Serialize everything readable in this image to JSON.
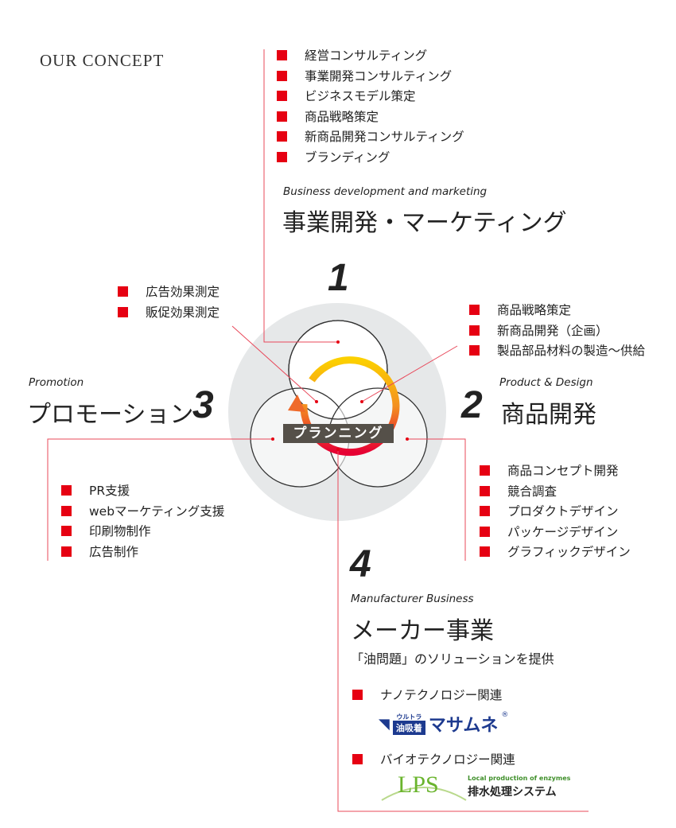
{
  "title": "OUR CONCEPT",
  "section1": {
    "number": "1",
    "en": "Business development and marketing",
    "jp": "事業開発・マーケティング",
    "items": [
      "経営コンサルティング",
      "事業開発コンサルティング",
      "ビジネスモデル策定",
      "商品戦略策定",
      "新商品開発コンサルティング",
      "ブランディング"
    ]
  },
  "section2": {
    "number": "2",
    "en": "Product & Design",
    "jp": "商品開発",
    "items_top": [
      "商品戦略策定",
      "新商品開発（企画）",
      "製品部品材料の製造～供給"
    ],
    "items": [
      "商品コンセプト開発",
      "競合調査",
      "プロダクトデザイン",
      "パッケージデザイン",
      "グラフィックデザイン"
    ]
  },
  "section3": {
    "number": "3",
    "en": "Promotion",
    "jp": "プロモーション",
    "items_top": [
      "広告効果測定",
      "販促効果測定"
    ],
    "items": [
      "PR支援",
      "webマーケティング支援",
      "印刷物制作",
      "広告制作"
    ]
  },
  "section4": {
    "number": "4",
    "en": "Manufacturer Business",
    "jp": "メーカー事業",
    "sub": "「油問題」のソリューションを提供",
    "items": [
      {
        "label": "ナノテクノロジー関連",
        "logo": {
          "small": "ウルトラ",
          "box": "油吸着",
          "main": "マサムネ",
          "mark": "®"
        }
      },
      {
        "label": "バイオテクノロジー関連",
        "logo": {
          "main": "LPS",
          "tagline": "Local production of enzymes",
          "sub": "排水処理システム"
        }
      }
    ]
  },
  "center": {
    "label": "プランニング"
  },
  "colors": {
    "accent": "#e60012",
    "line": "#e8485a",
    "circle_bg": "#e6e8e9",
    "logo_blue": "#1d3a8f",
    "logo_green": "#6ab42d"
  }
}
